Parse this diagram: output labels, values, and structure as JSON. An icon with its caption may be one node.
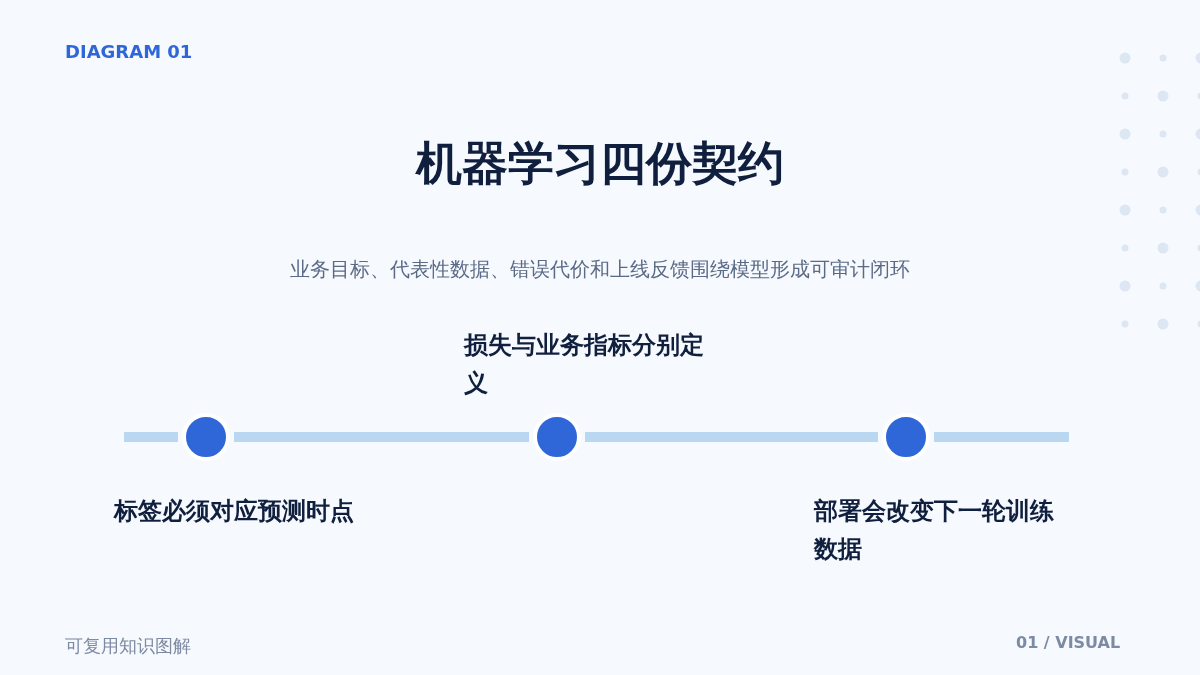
{
  "diagram": {
    "title": "机器学习四份契约",
    "caption": "业务目标、代表性数据、错误代价和上线反馈围绕模型形成可审计闭环",
    "nodes": [
      {
        "text": [],
        "shape": "circle",
        "beside": [
          "标签必须对应预测时点"
        ]
      },
      {
        "text": [],
        "shape": "circle",
        "beside": [
          "损失与业务指标分别定义"
        ]
      },
      {
        "text": [],
        "shape": "circle",
        "beside": [
          "部署会改变下一轮训练数据"
        ]
      }
    ],
    "edges": [
      {
        "from": 0,
        "to": 1,
        "arrow": "none"
      },
      {
        "from": 1,
        "to": 2,
        "arrow": "none"
      }
    ],
    "labels": [
      "DIAGRAM 01",
      "可复用知识图解",
      "01 / VISUAL"
    ]
  }
}
